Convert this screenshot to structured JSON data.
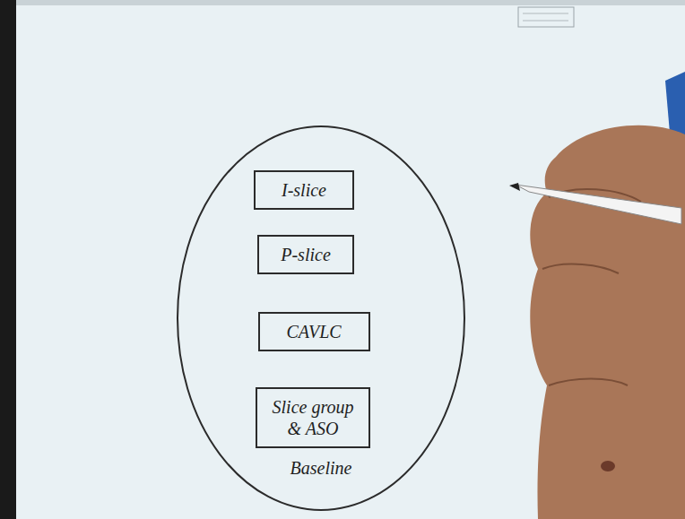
{
  "diagram": {
    "nodes": [
      {
        "text": [
          "Baseline"
        ]
      },
      {
        "text": [
          "I-slice"
        ],
        "in": 0
      },
      {
        "text": [
          "P-slice"
        ],
        "in": 0
      },
      {
        "text": [
          "CAVLC"
        ],
        "in": 0
      },
      {
        "text": [
          "Slice group & ASO"
        ],
        "in": 0
      }
    ]
  }
}
